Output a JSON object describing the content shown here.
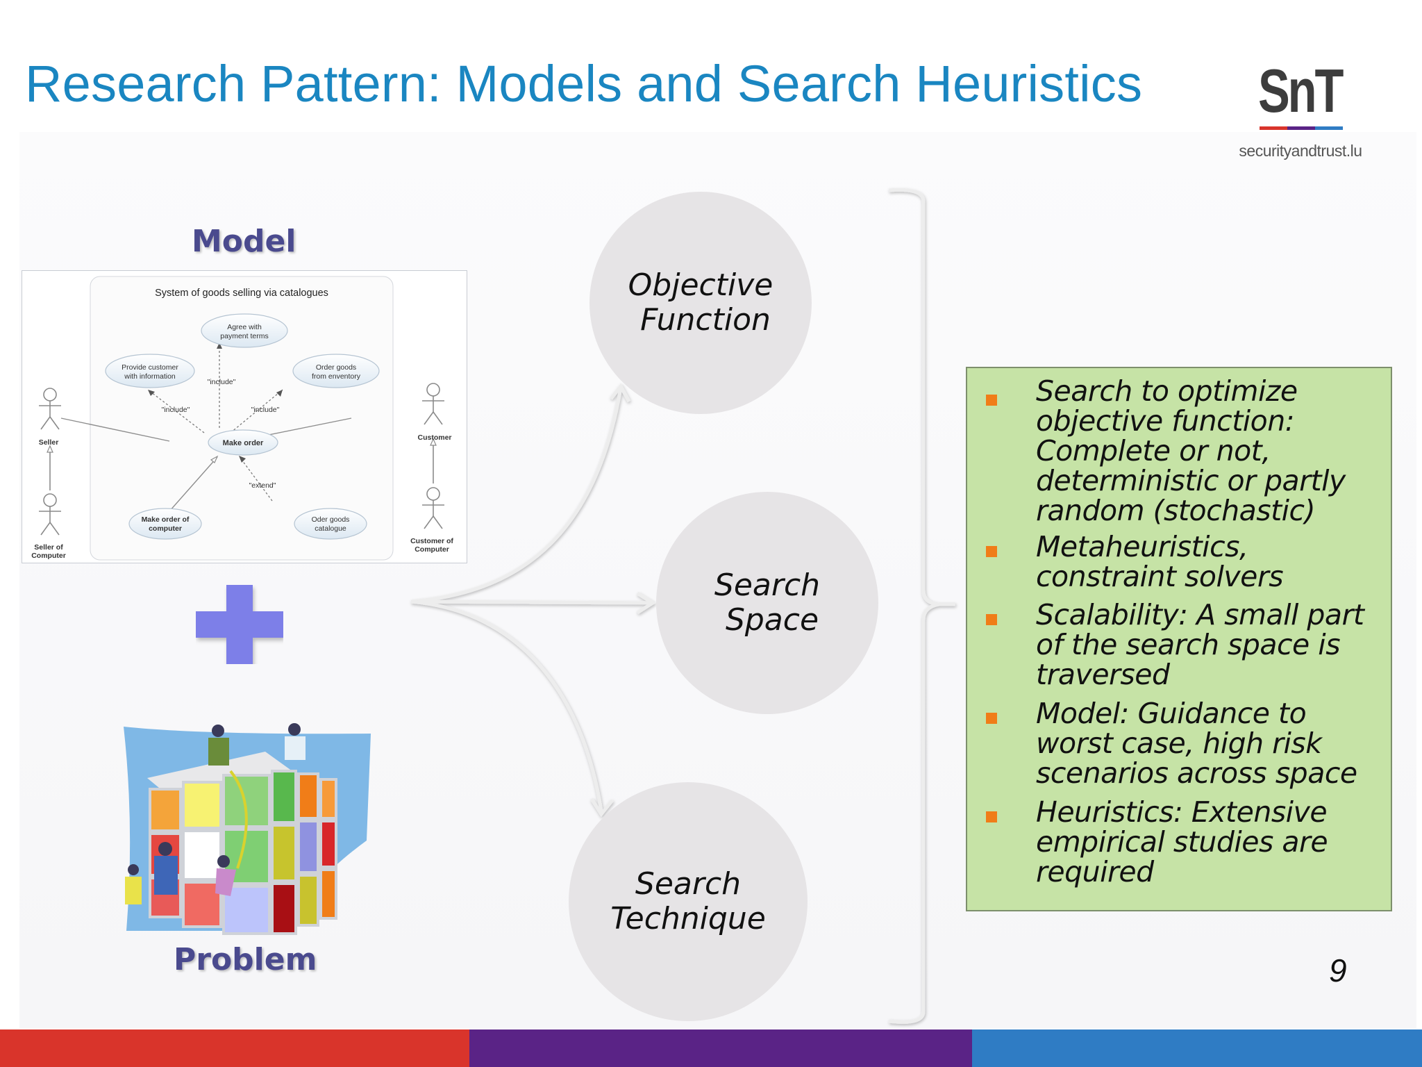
{
  "slide": {
    "title": "Research Pattern: Models and Search Heuristics",
    "page_number": "9"
  },
  "logo": {
    "mark": "SnT",
    "subtitle": "securityandtrust.lu",
    "line_colors": [
      "#d9342b",
      "#5a2386",
      "#2f7cc4"
    ]
  },
  "left_panel": {
    "model_label": "Model",
    "problem_label": "Problem",
    "plus_color": "#7d7fe8",
    "uml": {
      "title": "System of goods selling via catalogues",
      "use_cases": {
        "agree": [
          "Agree with",
          "payment terms"
        ],
        "provide": [
          "Provide customer",
          "with information"
        ],
        "order_goods_inventory": [
          "Order goods",
          "from enventory"
        ],
        "make_order": [
          "Make order"
        ],
        "make_order_computer": [
          "Make order of",
          "computer"
        ],
        "order_goods_catalogue": [
          "Oder goods",
          "catalogue"
        ]
      },
      "actors": {
        "seller": [
          "Seller"
        ],
        "seller_computer": [
          "Seller of",
          "Computer"
        ],
        "customer": [
          "Customer"
        ],
        "customer_computer": [
          "Customer of",
          "Computer"
        ]
      },
      "relations": {
        "include_top": "\"include\"",
        "include_left": "\"include\"",
        "include_right": "\"include\"",
        "extend": "\"extend\""
      }
    }
  },
  "circles": {
    "objective": "Objective\n Function",
    "space": "Search\n Space",
    "technique": "Search\nTechnique"
  },
  "bullets": [
    "Search to optimize objective function: Complete or not, deterministic or partly random (stochastic)",
    "Metaheuristics, constraint solvers",
    "Scalability: A small part of the search space is traversed",
    "Model: Guidance to worst case, high risk scenarios across space",
    "Heuristics: Extensive empirical studies are required"
  ],
  "colors": {
    "title": "#1a86c1",
    "green_box": "#c6e3a6",
    "bullet": "#f07d18",
    "bottom_bar": [
      "#d9342b",
      "#5a2386",
      "#2f7cc4"
    ]
  }
}
